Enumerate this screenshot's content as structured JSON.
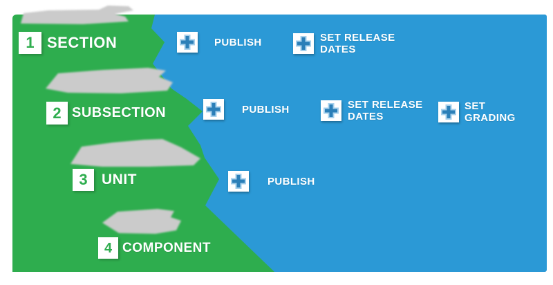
{
  "palette": {
    "blue": "#2B99D6",
    "green": "#2EAD4E",
    "gray": "#CBCBCB",
    "icon_cross_blue": "#2B7FB8",
    "icon_cross_halo": "#A6D0EC",
    "text_white": "#FFFFFF"
  },
  "icons": {
    "action_icon": "plus-icon"
  },
  "steps": [
    {
      "number": "1",
      "label": "SECTION",
      "actions": [
        {
          "line1": "PUBLISH",
          "line2": ""
        },
        {
          "line1": "SET RELEASE",
          "line2": "DATES"
        }
      ]
    },
    {
      "number": "2",
      "label": "SUBSECTION",
      "actions": [
        {
          "line1": "PUBLISH",
          "line2": ""
        },
        {
          "line1": "SET RELEASE",
          "line2": "DATES"
        },
        {
          "line1": "SET",
          "line2": "GRADING"
        }
      ]
    },
    {
      "number": "3",
      "label": "UNIT",
      "actions": [
        {
          "line1": "PUBLISH",
          "line2": ""
        }
      ]
    },
    {
      "number": "4",
      "label": "COMPONENT",
      "actions": []
    }
  ],
  "decor": {
    "blurred_text_ribbons": 4
  }
}
